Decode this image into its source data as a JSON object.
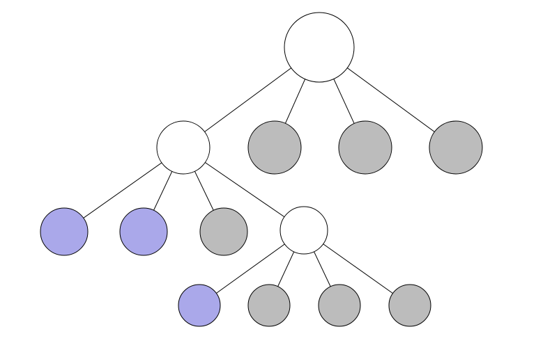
{
  "colors": {
    "white": "#ffffff",
    "gray": "#bcbcbc",
    "purple": "#aaa8ea",
    "stroke": "#000000",
    "background": "#ffffff"
  },
  "tree": {
    "root_id": "root",
    "nodes": [
      {
        "id": "root",
        "color": "white",
        "children": [
          "a",
          "b",
          "c",
          "d"
        ]
      },
      {
        "id": "a",
        "color": "white",
        "children": [
          "a1",
          "a2",
          "a3",
          "a4"
        ]
      },
      {
        "id": "b",
        "color": "gray",
        "children": []
      },
      {
        "id": "c",
        "color": "gray",
        "children": []
      },
      {
        "id": "d",
        "color": "gray",
        "children": []
      },
      {
        "id": "a1",
        "color": "purple",
        "children": []
      },
      {
        "id": "a2",
        "color": "purple",
        "children": []
      },
      {
        "id": "a3",
        "color": "gray",
        "children": []
      },
      {
        "id": "a4",
        "color": "white",
        "children": [
          "a4a",
          "a4b",
          "a4c",
          "a4d"
        ]
      },
      {
        "id": "a4a",
        "color": "purple",
        "children": []
      },
      {
        "id": "a4b",
        "color": "gray",
        "children": []
      },
      {
        "id": "a4c",
        "color": "gray",
        "children": []
      },
      {
        "id": "a4d",
        "color": "gray",
        "children": []
      }
    ]
  }
}
